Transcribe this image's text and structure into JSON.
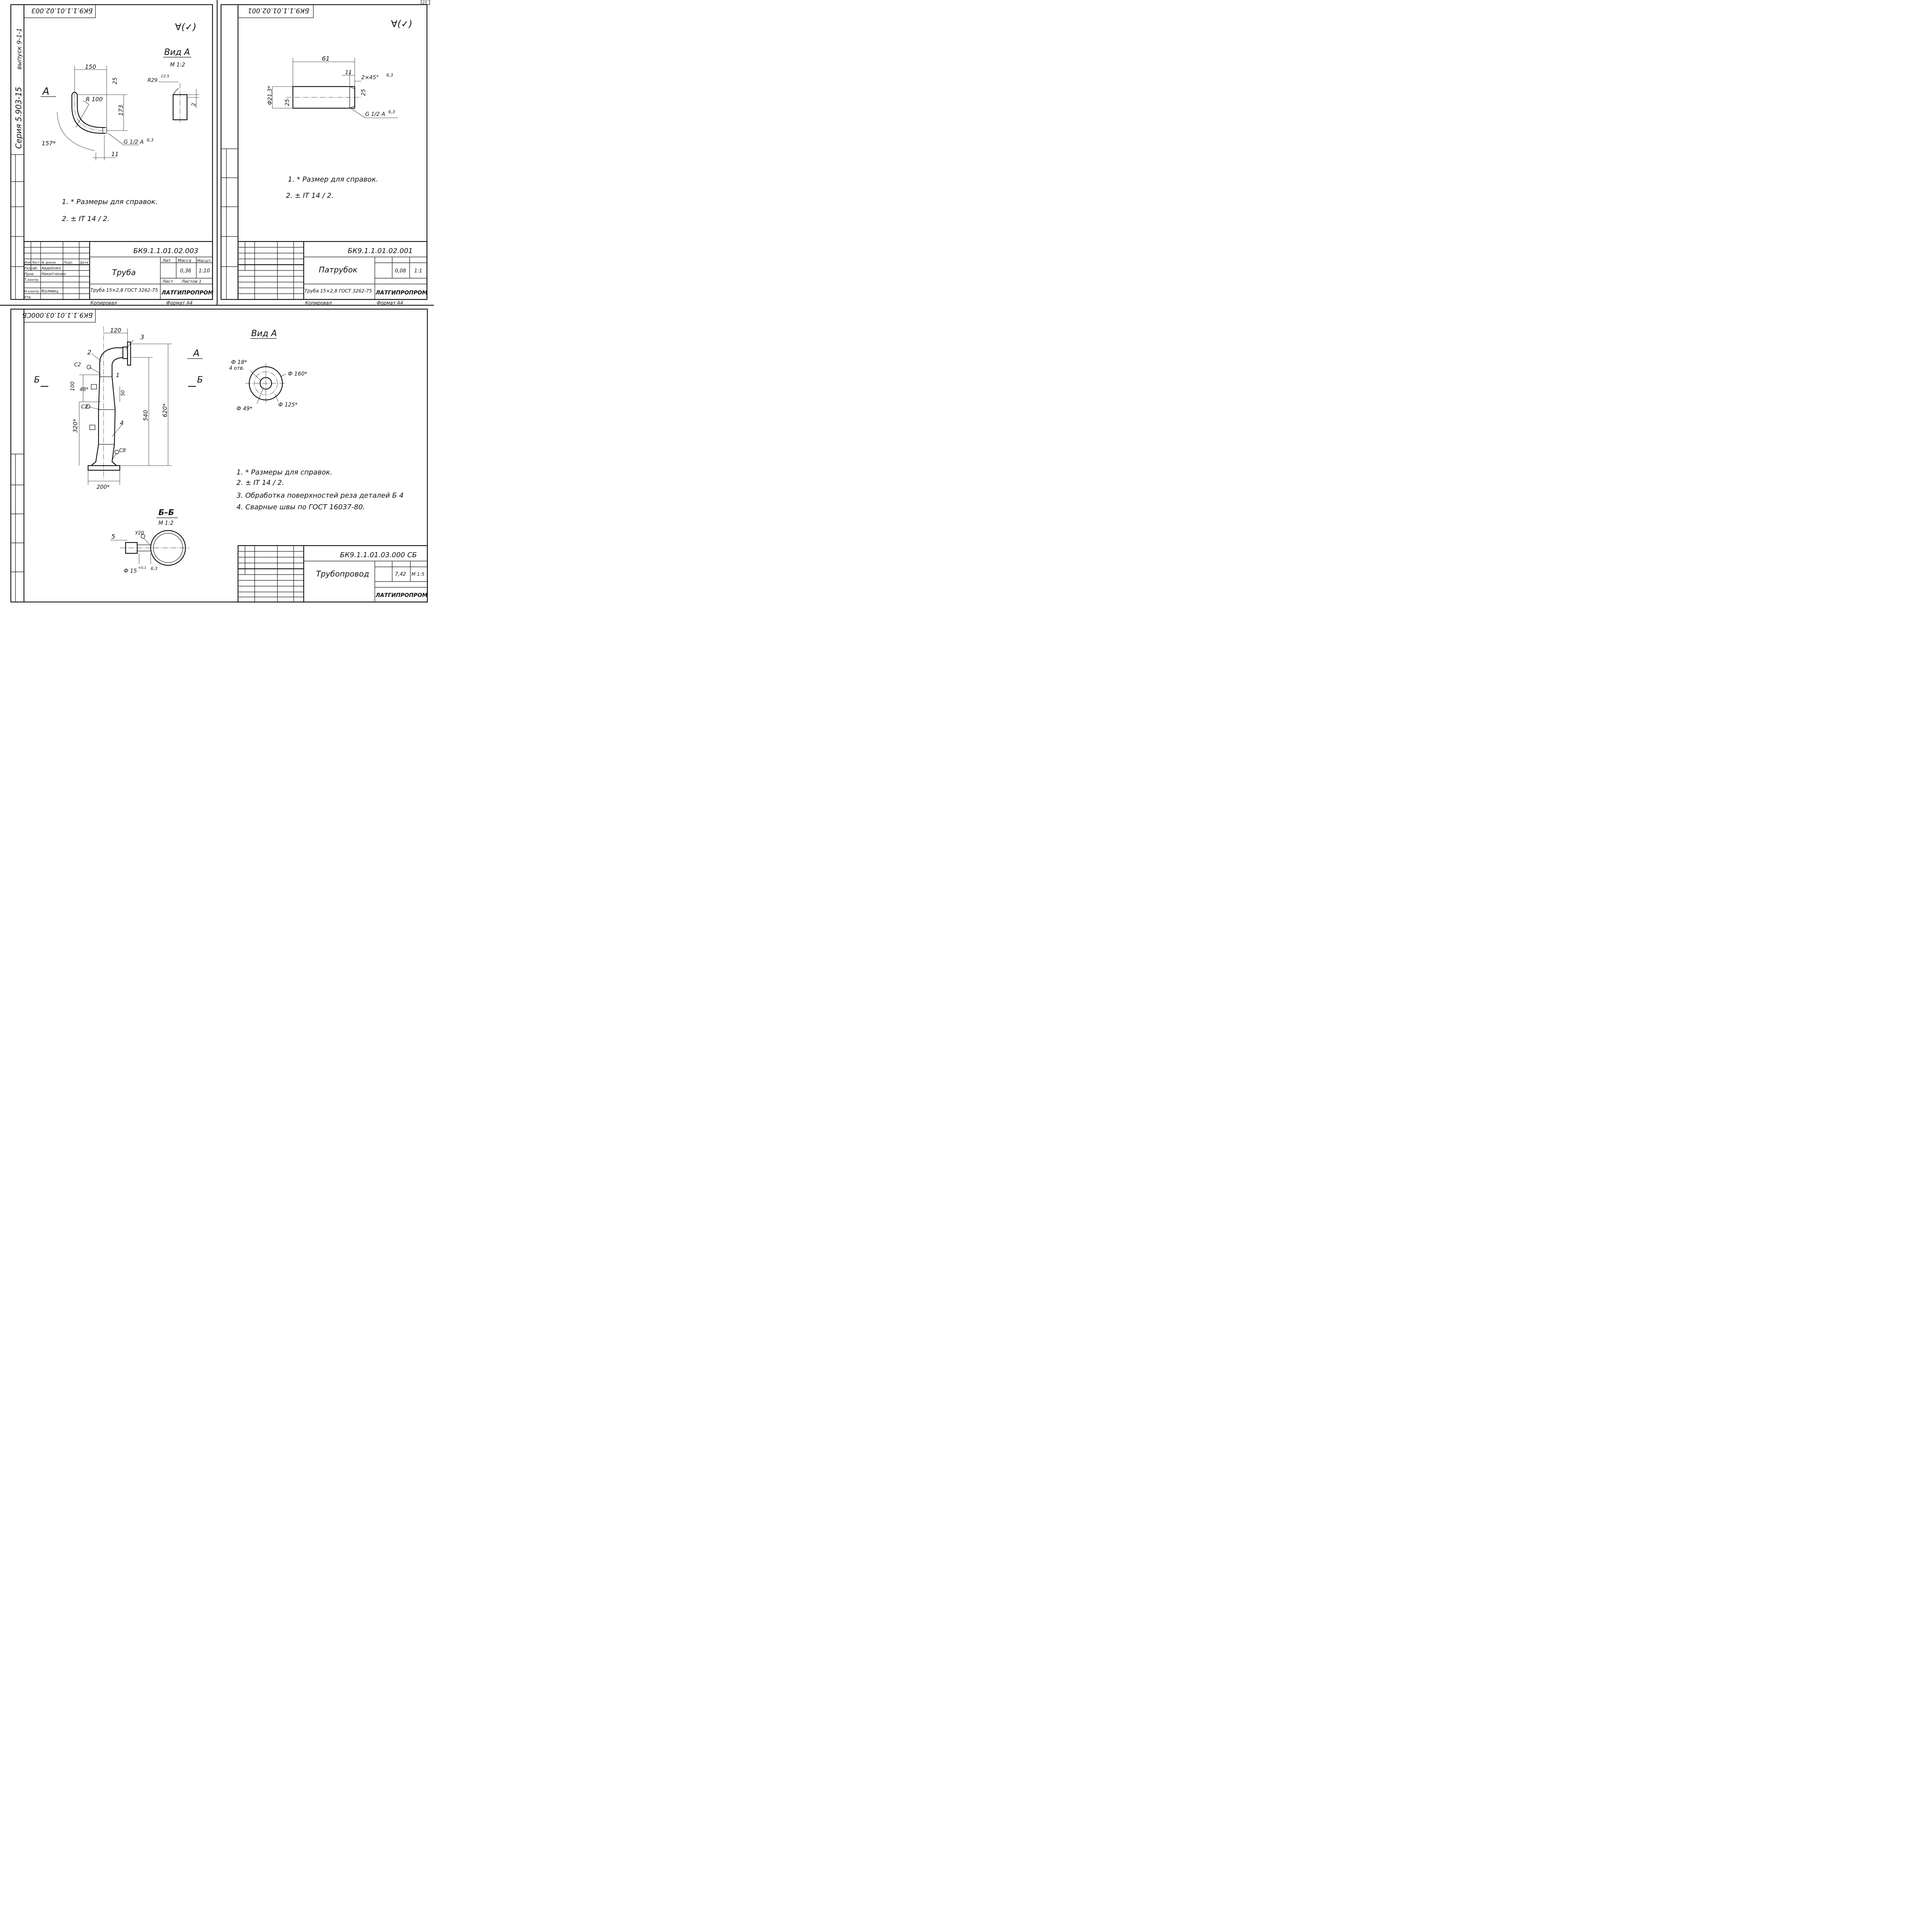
{
  "page_number": "21",
  "sheet1": {
    "code_rotated": "БК9.1.1.01.02.003",
    "series_label": "Серия 5.903-15",
    "issue_label": "выпуск 9-1-1",
    "roughness_mark": "∀(✓)",
    "view_title": "Вид А",
    "view_scale": "М 1:2",
    "view_letter": "А",
    "dims": {
      "d150": "150",
      "d25": "25",
      "r100": "R 100",
      "d173": "173",
      "d157": "157*",
      "thread": "G 1/2 A",
      "rough63": "6,3",
      "d11": "11",
      "r29": "R29",
      "rough125": "12,5",
      "d2": "2"
    },
    "notes": [
      "1. * Размеры для справок.",
      "2. ± IT 14 / 2."
    ],
    "title_block": {
      "code": "БК9.1.1.01.02.003",
      "name": "Труба",
      "material": "Труба 15×2,8 ГОСТ 3262-75",
      "org": "ЛАТГИПРОПРОМ",
      "mass": "0,36",
      "scale": "1:10",
      "lit_label": "Лит",
      "mass_label": "Масса",
      "scale_label": "Масшт.",
      "sheet_label": "Лист",
      "sheets_label": "Листов 1",
      "rows": [
        "Изм",
        "Лист",
        "№ докум.",
        "Подп.",
        "Дата"
      ],
      "roles": [
        "Разраб.",
        "Пров.",
        "Т.контр.",
        "",
        "Н.контр.",
        "Утв."
      ],
      "people": [
        "Авдеенко",
        "Никитченко",
        "",
        "",
        "Колмец",
        ""
      ],
      "copied": "Копировал",
      "format": "Формат А4"
    }
  },
  "sheet2": {
    "code_rotated": "БК9.1.1.01.02.001",
    "roughness_mark": "∀(✓)",
    "dims": {
      "d61": "61",
      "d11": "11",
      "chamfer": "2×45°",
      "rough63": "6,3",
      "d25": "25",
      "d213": "Ф21,3*",
      "d25b": "25",
      "thread": "G 1/2 A",
      "rough63b": "6,3"
    },
    "notes": [
      "1. * Размер для справок.",
      "2. ± IT 14 / 2."
    ],
    "title_block": {
      "code": "БК9.1.1.01.02.001",
      "name": "Патрубок",
      "material": "Труба 15×2,8 ГОСТ 3262-75",
      "org": "ЛАТГИПРОПРОМ",
      "mass": "0,08",
      "scale": "1:1",
      "copied": "Копировал",
      "format": "Формат А4"
    }
  },
  "sheet3": {
    "code_rotated": "БК9.1.1.01.03.000СБ",
    "view_title": "Вид А",
    "section_title": "Б–Б",
    "section_scale": "М 1:2",
    "view_letter": "А",
    "section_letter": "Б",
    "labels": {
      "p1": "1",
      "p2": "2",
      "p3": "3",
      "p4": "4",
      "p5": "5",
      "c2a": "С2",
      "c2b": "С2",
      "c8": "С8",
      "u20": "У20"
    },
    "dims": {
      "d120": "120",
      "d100": "100",
      "d48": "48*",
      "d50": "50",
      "d320": "320*",
      "d540": "540",
      "d620": "620*",
      "d200": "200*",
      "f18": "Ф 18*",
      "holes": "4 отв.",
      "f160": "Ф 160*",
      "f49": "Ф 49*",
      "f125": "Ф 125*",
      "f15": "Ф 15",
      "tol": "+0,1",
      "rough63": "6,3"
    },
    "notes": [
      "1. * Размеры для справок.",
      "2. ± IT 14 / 2.",
      "3. Обработка поверхностей реза деталей Б 4",
      "4. Сварные швы по ГОСТ 16037-80."
    ],
    "title_block": {
      "code": "БК9.1.1.01.03.000 СБ",
      "name": "Трубопровод",
      "org": "ЛАТГИПРОПРОМ",
      "mass": "7,42",
      "scale": "М 1:5"
    }
  }
}
